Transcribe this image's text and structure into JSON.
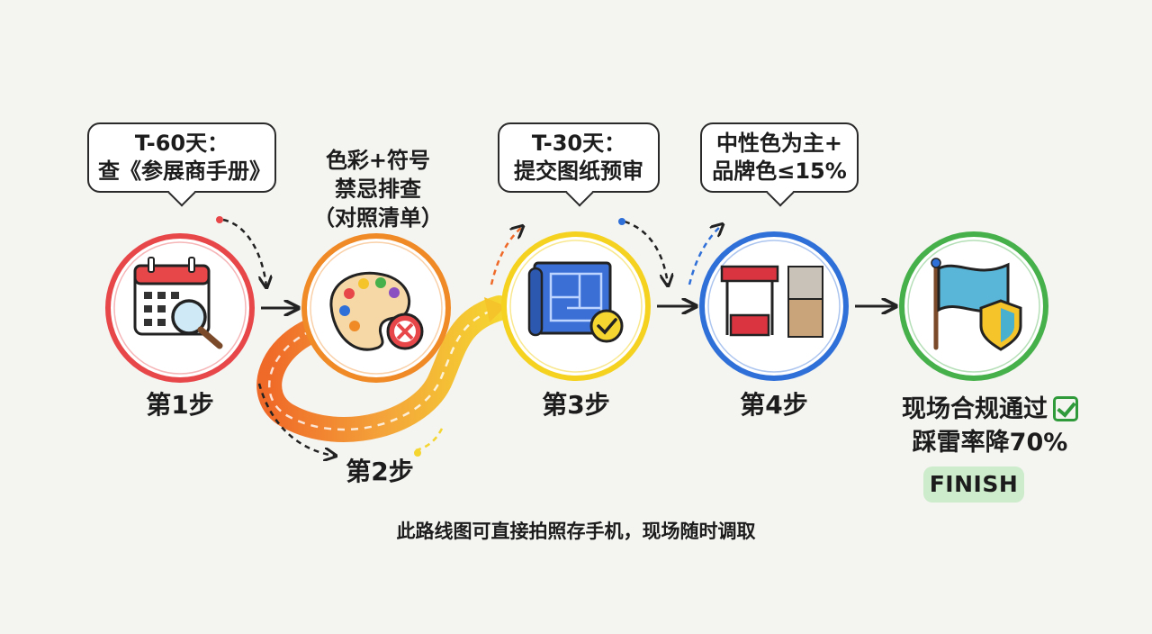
{
  "colors": {
    "step1": "#e8474a",
    "step2": "#ef8a26",
    "step3": "#f4d21f",
    "step4": "#2f6fd8",
    "finish": "#46b04a",
    "arrow": "#222222"
  },
  "steps": [
    {
      "label": "第1步",
      "icon": "calendar-search-icon",
      "bubble": {
        "line1": "T-60天：",
        "line2": "查《参展商手册》"
      }
    },
    {
      "label": "第2步",
      "icon": "palette-forbidden-icon",
      "note": {
        "line1": "色彩+符号",
        "line2": "禁忌排查",
        "line3": "（对照清单）"
      }
    },
    {
      "label": "第3步",
      "icon": "blueprint-check-icon",
      "bubble": {
        "line1": "T-30天：",
        "line2": "提交图纸预审"
      }
    },
    {
      "label": "第4步",
      "icon": "booth-color-swatch-icon",
      "bubble": {
        "line1": "中性色为主+",
        "line2": "品牌色≤15%"
      }
    }
  ],
  "finish": {
    "icon": "flag-shield-icon",
    "line1": "现场合规通过",
    "line2": "踩雷率降70%",
    "badge": "FINISH"
  },
  "footer": "此路线图可直接拍照存手机，现场随时调取"
}
